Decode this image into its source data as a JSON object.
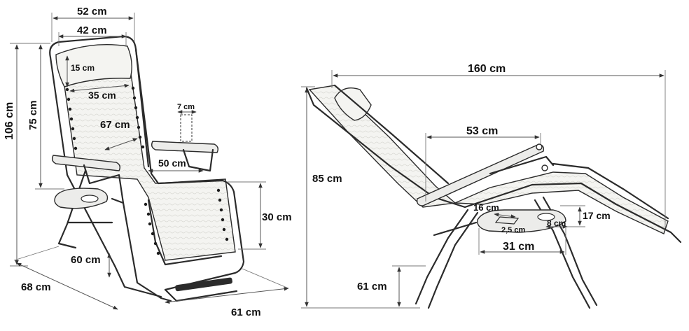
{
  "front_view": {
    "width_total": "52 cm",
    "width_backrest": "42 cm",
    "pillow_height": "15 cm",
    "pillow_width": "35 cm",
    "total_height": "106 cm",
    "backrest_height": "75 cm",
    "seat_length": "67 cm",
    "armrest_height_gap": "7 cm",
    "seat_width": "50 cm",
    "seat_height": "30 cm",
    "front_depth": "60 cm",
    "side_depth": "68 cm",
    "base_width": "61 cm"
  },
  "side_view": {
    "total_length": "160 cm",
    "armrest_length": "53 cm",
    "total_height": "85 cm",
    "cup_holder_diameter": "16 cm",
    "cup_holder_depth": "17 cm",
    "tray_height": "8 cm",
    "tray_rim": "2,5 cm",
    "tray_length": "31 cm",
    "seat_height": "61 cm"
  }
}
